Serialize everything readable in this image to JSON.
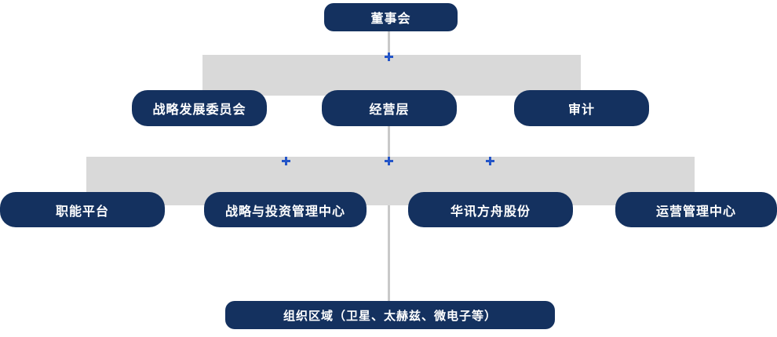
{
  "diagram_type": "org-chart",
  "colors": {
    "box": "#14315f",
    "band": "#d9d9d9",
    "line": "#c9c9c9",
    "marker": "#2455c8",
    "text": "#ffffff"
  },
  "nodes": {
    "root": {
      "label": "董事会"
    },
    "level2": [
      {
        "label": "战略发展委员会"
      },
      {
        "label": "经营层"
      },
      {
        "label": "审计"
      }
    ],
    "level3": [
      {
        "label": "职能平台"
      },
      {
        "label": "战略与投资管理中心"
      },
      {
        "label": "华讯方舟股份"
      },
      {
        "label": "运营管理中心"
      }
    ],
    "bottom": {
      "label": "组织区域（卫星、太赫兹、微电子等）"
    }
  }
}
